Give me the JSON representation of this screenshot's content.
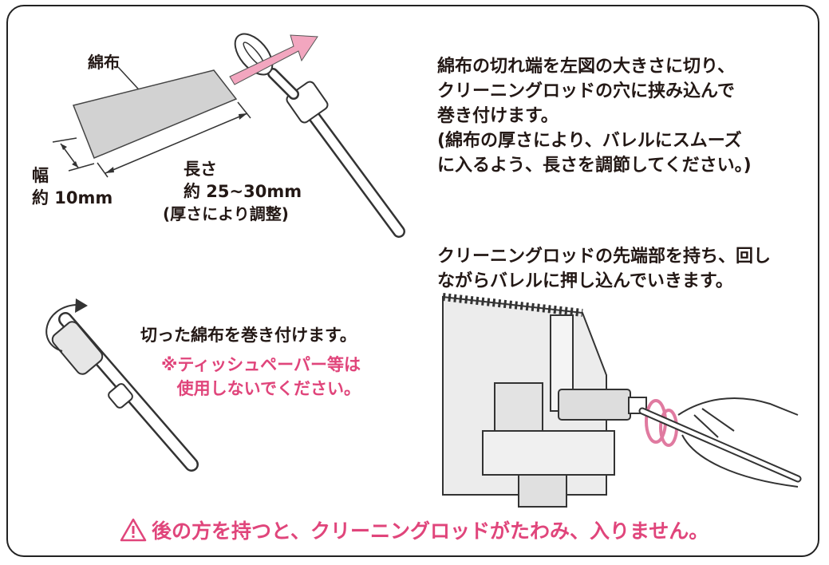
{
  "labels": {
    "cotton": "綿布",
    "width_title": "幅",
    "width_value": "約 10mm",
    "length_title": "長さ",
    "length_value": "約 25~30mm",
    "length_note": "(厚さにより調整)"
  },
  "step1": [
    "綿布の切れ端を左図の大きさに切り、",
    "クリーニングロッドの穴に挟み込んで",
    "巻き付けます。",
    "(綿布の厚さにより、バレルにスムーズ",
    "に入るよう、長さを調節してください。)"
  ],
  "step2": "切った綿布を巻き付けます。",
  "step2_note": [
    "※ティッシュペーパー等は",
    "使用しないでください。"
  ],
  "step3": [
    "クリーニングロッドの先端部を持ち、回し",
    "ながらバレルに押し込んでいきます。"
  ],
  "warning": "後の方を持つと、クリーニングロッドがたわみ、入りません。",
  "colors": {
    "accent": "#e0457b",
    "arrow": "#f2a6bf",
    "text": "#231815"
  },
  "icons": {
    "warning": "warning-triangle-icon"
  }
}
